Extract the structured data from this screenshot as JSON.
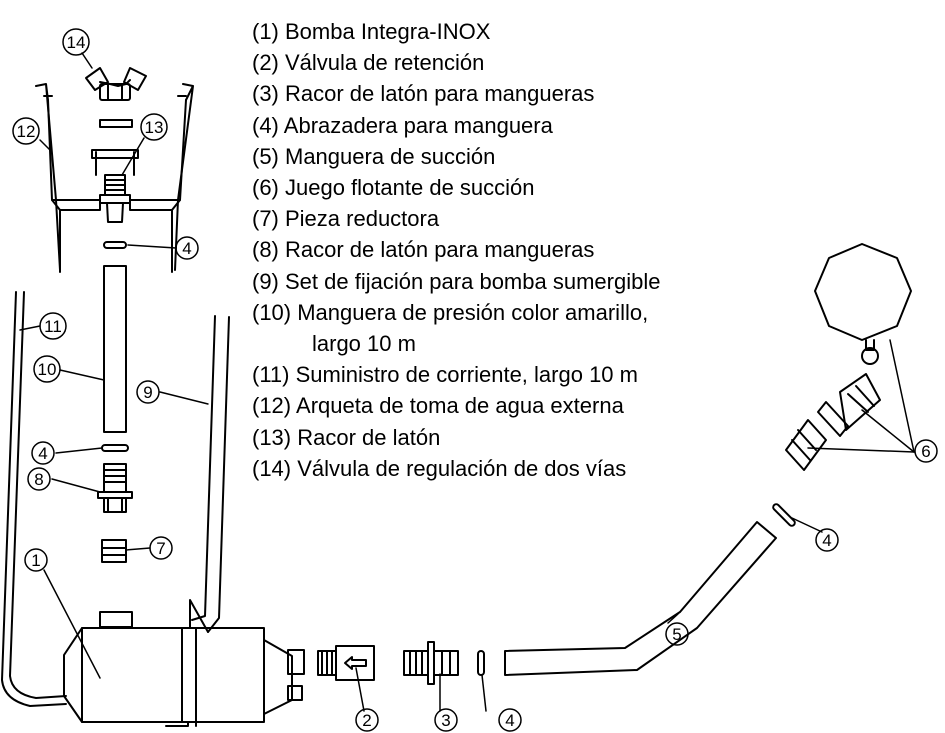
{
  "legend": [
    "(1) Bomba Integra-INOX",
    "(2) Válvula de retención",
    "(3) Racor de latón para mangueras",
    "(4) Abrazadera para manguera",
    "(5) Manguera de succión",
    "(6) Juego flotante de succión",
    "(7) Pieza reductora",
    "(8) Racor de latón para mangueras",
    "(9) Set de fijación para bomba sumergible",
    "(10) Manguera de presión color amarillo,",
    "largo 10 m",
    "(11) Suministro de corriente, largo 10 m",
    "(12) Arqueta de toma de agua externa",
    "(13) Racor de latón",
    "(14) Válvula de regulación de dos vías"
  ],
  "callouts": {
    "n1": "1",
    "n2": "2",
    "n3": "3",
    "n4a": "4",
    "n4b": "4",
    "n4c": "4",
    "n4d": "4",
    "n5": "5",
    "n6": "6",
    "n7": "7",
    "n8": "8",
    "n9": "9",
    "n10": "10",
    "n11": "11",
    "n12": "12",
    "n13": "13",
    "n14": "14"
  }
}
